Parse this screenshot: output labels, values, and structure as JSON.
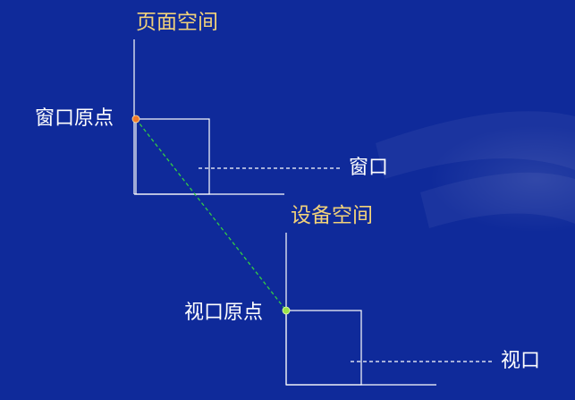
{
  "colors": {
    "background": "#0f2a9a",
    "lines": "#ffffff",
    "title_text": "#f2d27a",
    "connector": "#33cc44",
    "window_origin_dot": "#f07a2a",
    "viewport_origin_dot": "#9be34a"
  },
  "page_space": {
    "title": "页面空间",
    "origin_label": "窗口原点",
    "box_label": "窗口"
  },
  "device_space": {
    "title": "设备空间",
    "origin_label": "视口原点",
    "box_label": "视口"
  }
}
